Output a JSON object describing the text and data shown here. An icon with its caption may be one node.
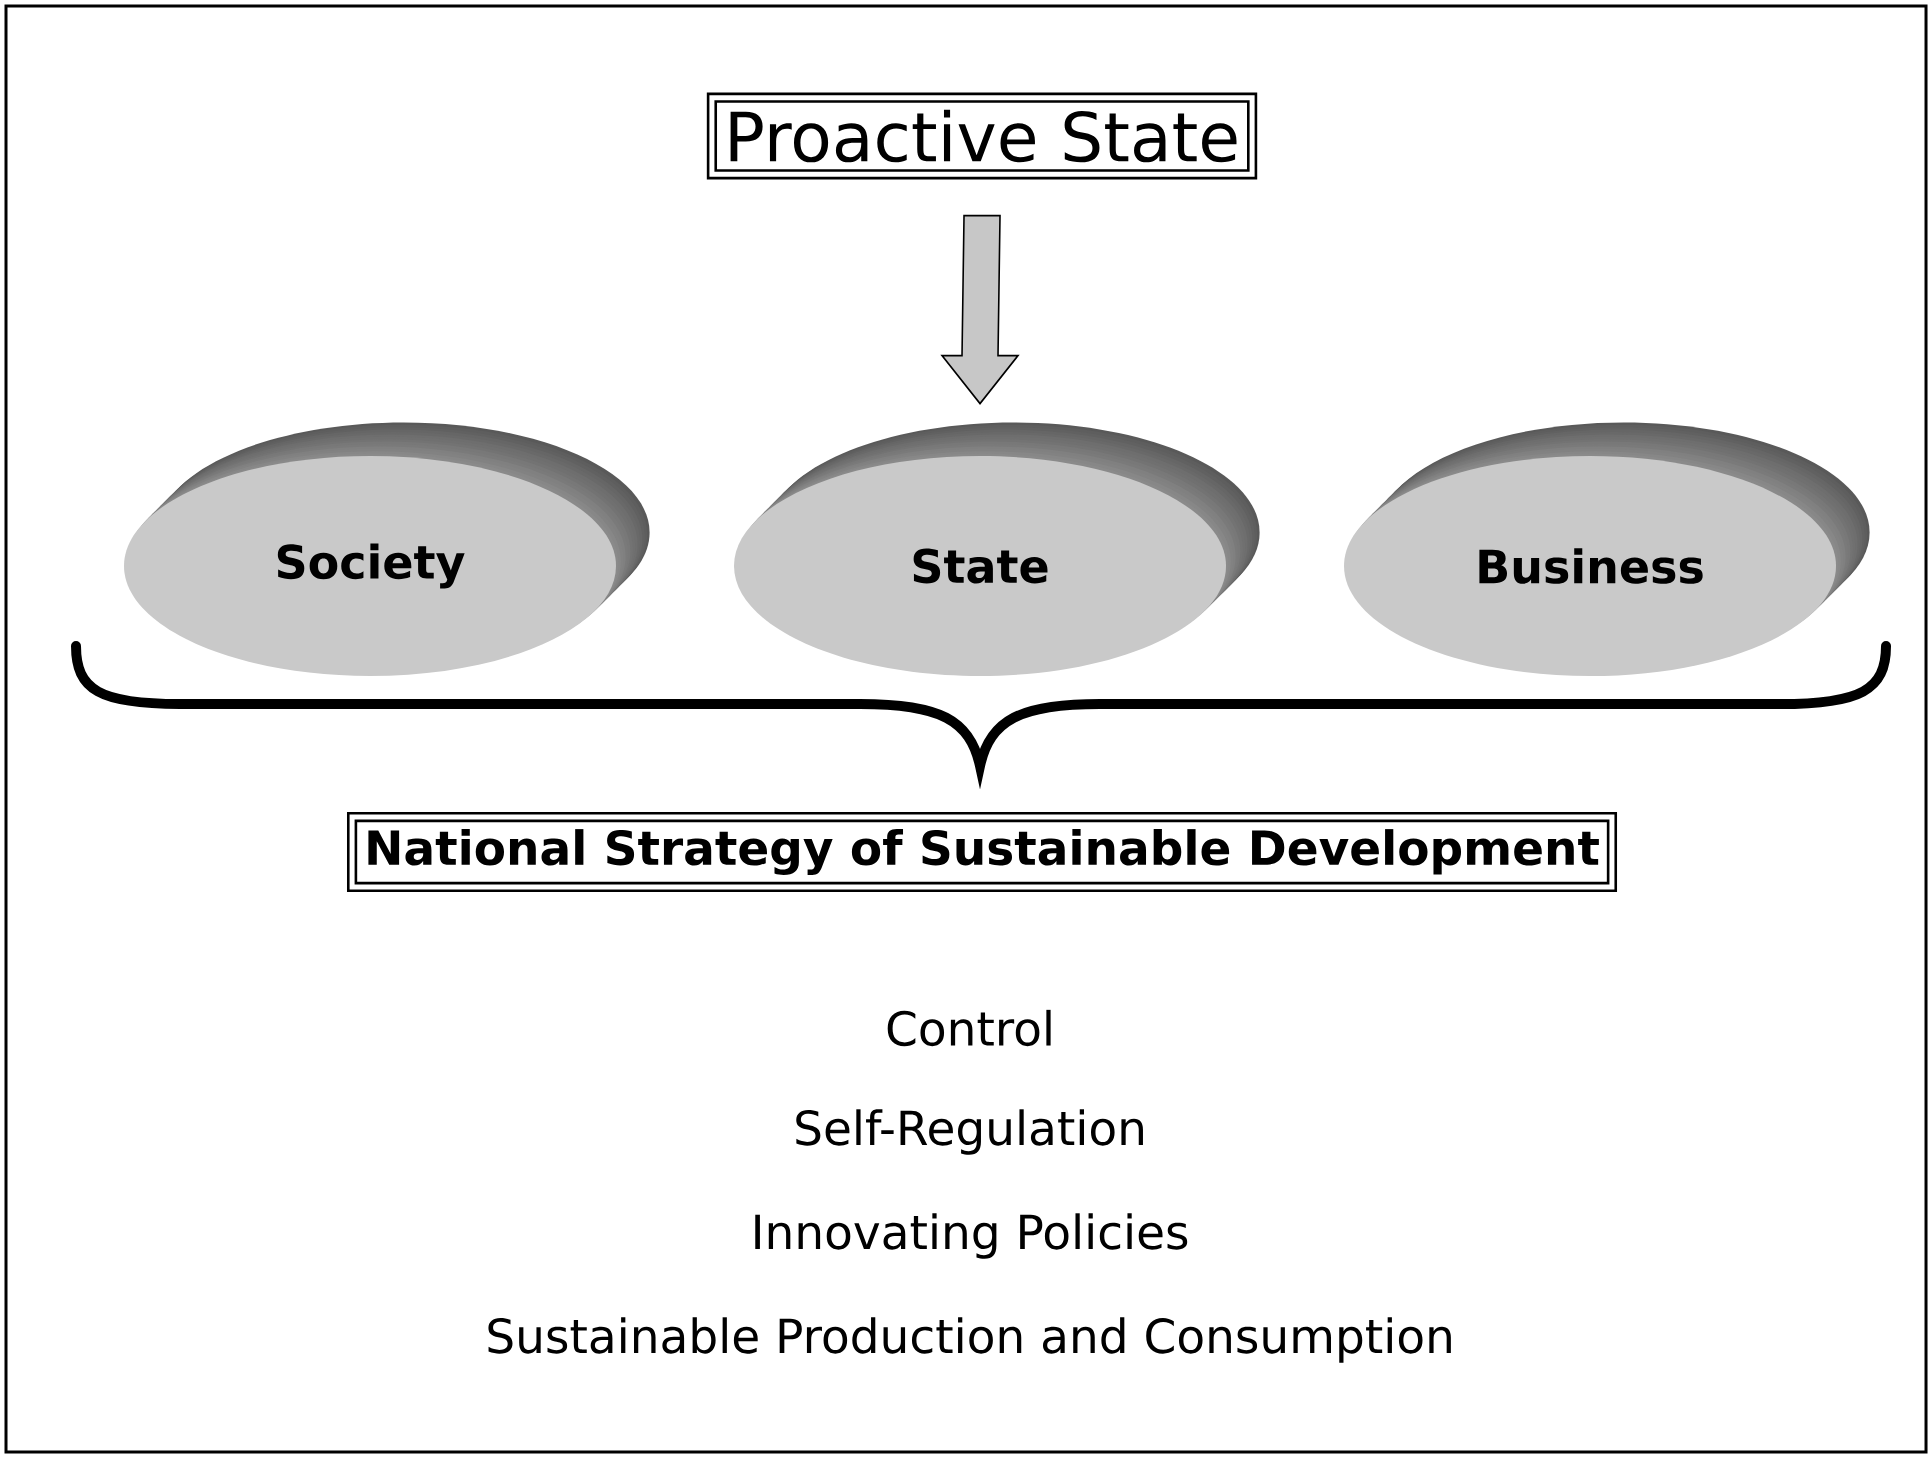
{
  "diagram": {
    "nodes": [
      {
        "text": [
          "Proactive State"
        ]
      },
      {
        "text": [
          "Society"
        ]
      },
      {
        "text": [
          "State"
        ]
      },
      {
        "text": [
          "Business"
        ]
      },
      {
        "text": [
          "National Strategy of Sustainable Development"
        ]
      }
    ],
    "edges": [
      {
        "from": 0,
        "to": 2,
        "arrow": "to"
      }
    ],
    "labels": [
      "Control",
      "Self-Regulation",
      "Innovating Policies",
      "Sustainable Production and Consumption"
    ]
  }
}
